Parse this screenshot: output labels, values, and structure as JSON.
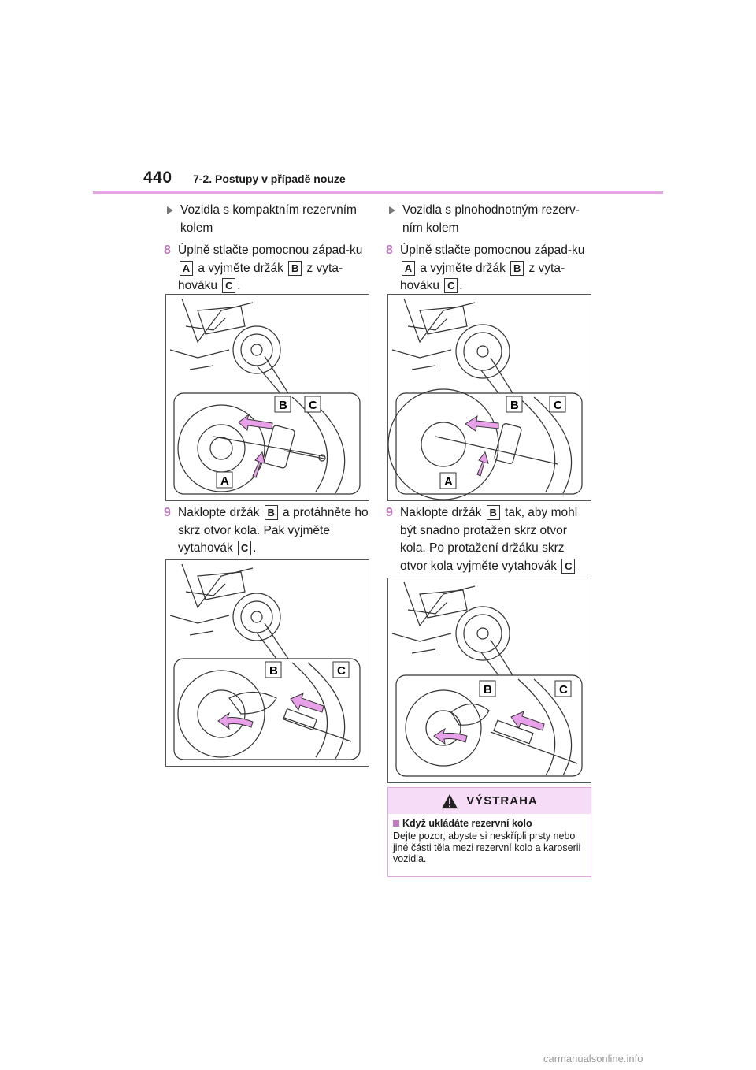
{
  "header": {
    "page_number": "440",
    "section_title": "7-2. Postupy v případě nouze"
  },
  "left": {
    "bullet": "Vozidla s kompaktním rezervním kolem",
    "step8": {
      "num": "8",
      "a": "Úplně stlačte pomocnou západ-ku",
      "letter1": "A",
      "b": "a vyjměte držák",
      "letter2": "B",
      "c": "z vyta-hováku",
      "letter3": "C",
      "d": "."
    },
    "step9": {
      "num": "9",
      "a": "Naklopte držák",
      "letter1": "B",
      "b": "a protáhněte ho skrz otvor kola. Pak vyjměte vytahovák",
      "letter2": "C",
      "c": "."
    }
  },
  "right": {
    "bullet": "Vozidla s plnohodnotným rezerv-ním kolem",
    "step8": {
      "num": "8",
      "a": "Úplně stlačte pomocnou západ-ku",
      "letter1": "A",
      "b": "a vyjměte držák",
      "letter2": "B",
      "c": "z vyta-hováku",
      "letter3": "C",
      "d": "."
    },
    "step9": {
      "num": "9",
      "a": "Naklopte držák",
      "letter1": "B",
      "b": "tak, aby mohl být snadno protažen skrz otvor kola. Po protažení držáku skrz otvor kola vyjměte vytahovák",
      "letter2": "C"
    }
  },
  "figures": {
    "fig1_labels": {
      "a": "A",
      "b": "B",
      "c": "C"
    },
    "fig2_labels": {
      "a": "A",
      "b": "B",
      "c": "C"
    },
    "fig3_labels": {
      "b": "B",
      "c": "C"
    },
    "fig4_labels": {
      "b": "B",
      "c": "C"
    },
    "arrow_color": "#e8a0e8"
  },
  "warning": {
    "title": "VÝSTRAHA",
    "subtitle": "Když ukládáte rezervní kolo",
    "body": "Dejte pozor, abyste si neskřípli prsty nebo jiné části těla mezi rezervní kolo a karoserii vozidla."
  },
  "footer": {
    "watermark": "carmanualsonline.info"
  }
}
